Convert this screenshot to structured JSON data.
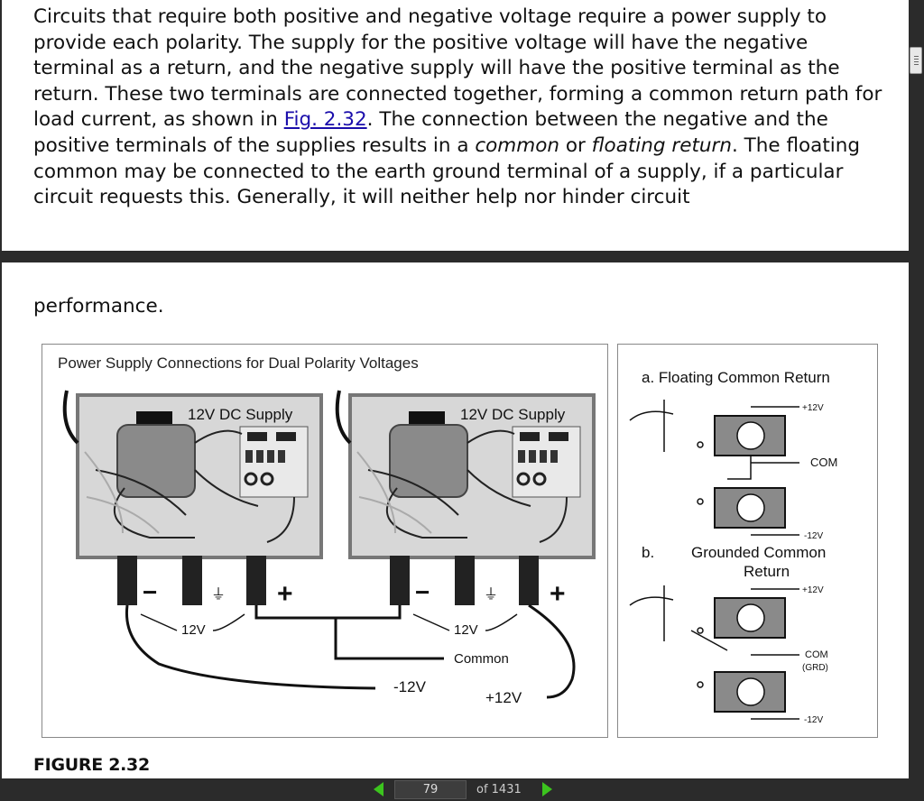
{
  "document": {
    "paragraph_top": {
      "part1": "Circuits that require both positive and negative voltage require a power supply to provide each polarity. The supply for the positive voltage will have the negative terminal as a return, and the negative supply will have the positive terminal as the return. These two terminals are connected together, forming a common return path for load current, as shown in ",
      "link": "Fig. 2.32",
      "part2": ". The connection between the negative and the positive terminals of the supplies results in a ",
      "em1": "common",
      "part3": " or ",
      "em2": "floating return",
      "part4": ". The floating common may be connected to the earth ground terminal of a supply, if a particular circuit requests this. Generally, it will neither help nor hinder circuit"
    },
    "paragraph_continued": "performance.",
    "figure_caption": "FIGURE 2.32"
  },
  "figure": {
    "left_title": "Power Supply Connections for Dual Polarity Voltages",
    "supply1_label": "12V DC Supply",
    "supply2_label": "12V DC Supply",
    "minus_sign": "−",
    "plus_sign": "+",
    "v12_left": "12V",
    "v12_right": "12V",
    "common_label": "Common",
    "neg12_label": "-12V",
    "pos12_label": "+12V",
    "right_a_title": "a. Floating Common Return",
    "right_b_letter": "b.",
    "right_b_title_1": "Grounded Common",
    "right_b_title_2": "Return",
    "a_pos": "+12V",
    "a_com": "COM",
    "a_neg": "-12V",
    "b_pos": "+12V",
    "b_com": "COM",
    "b_grd": "(GRD)",
    "b_neg": "-12V"
  },
  "toolbar": {
    "page_number": "79",
    "page_total": "of  1431"
  }
}
